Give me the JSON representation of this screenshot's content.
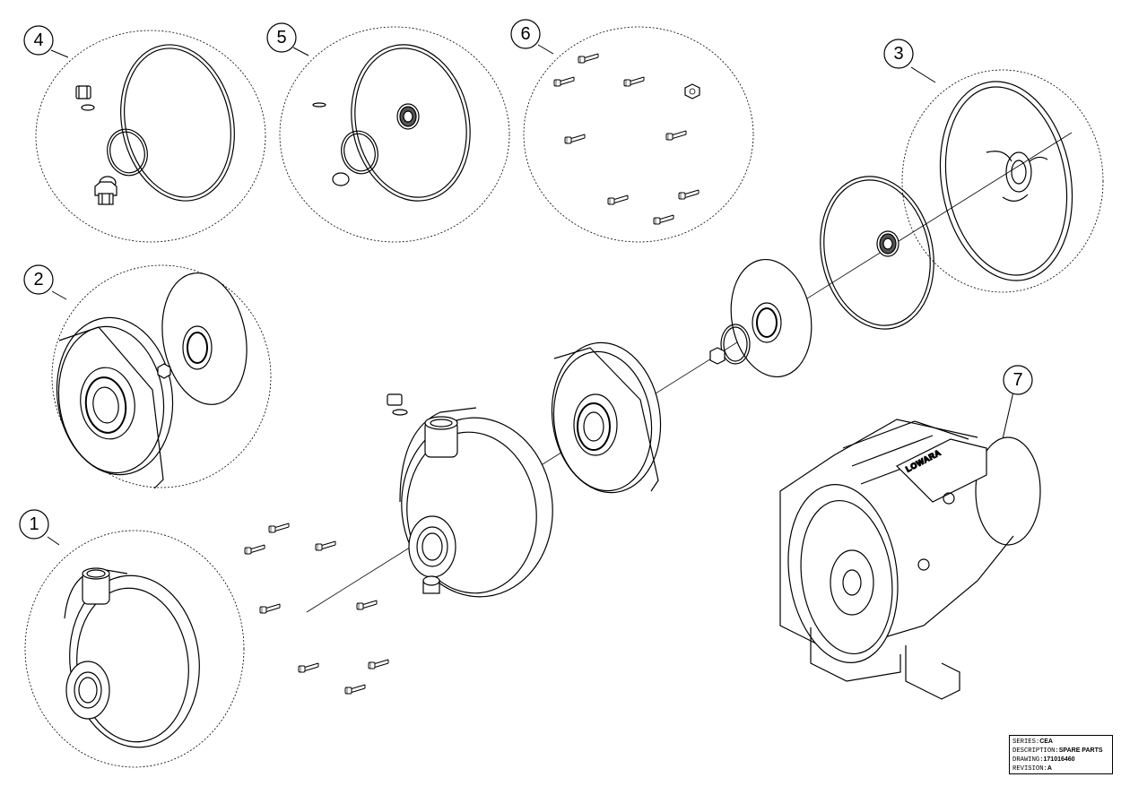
{
  "callouts": [
    {
      "label": "1"
    },
    {
      "label": "2"
    },
    {
      "label": "3"
    },
    {
      "label": "4"
    },
    {
      "label": "5"
    },
    {
      "label": "6"
    },
    {
      "label": "7"
    }
  ],
  "motor": {
    "brand": "LOWARA"
  },
  "title_block": {
    "series_label": "SERIES:",
    "series_value": "CEA",
    "description_label": "DESCRIPTION:",
    "description_value": "SPARE PARTS",
    "drawing_label": "DRAWING:",
    "drawing_value": "171016460",
    "revision_label": "REVISION:",
    "revision_value": "A"
  }
}
